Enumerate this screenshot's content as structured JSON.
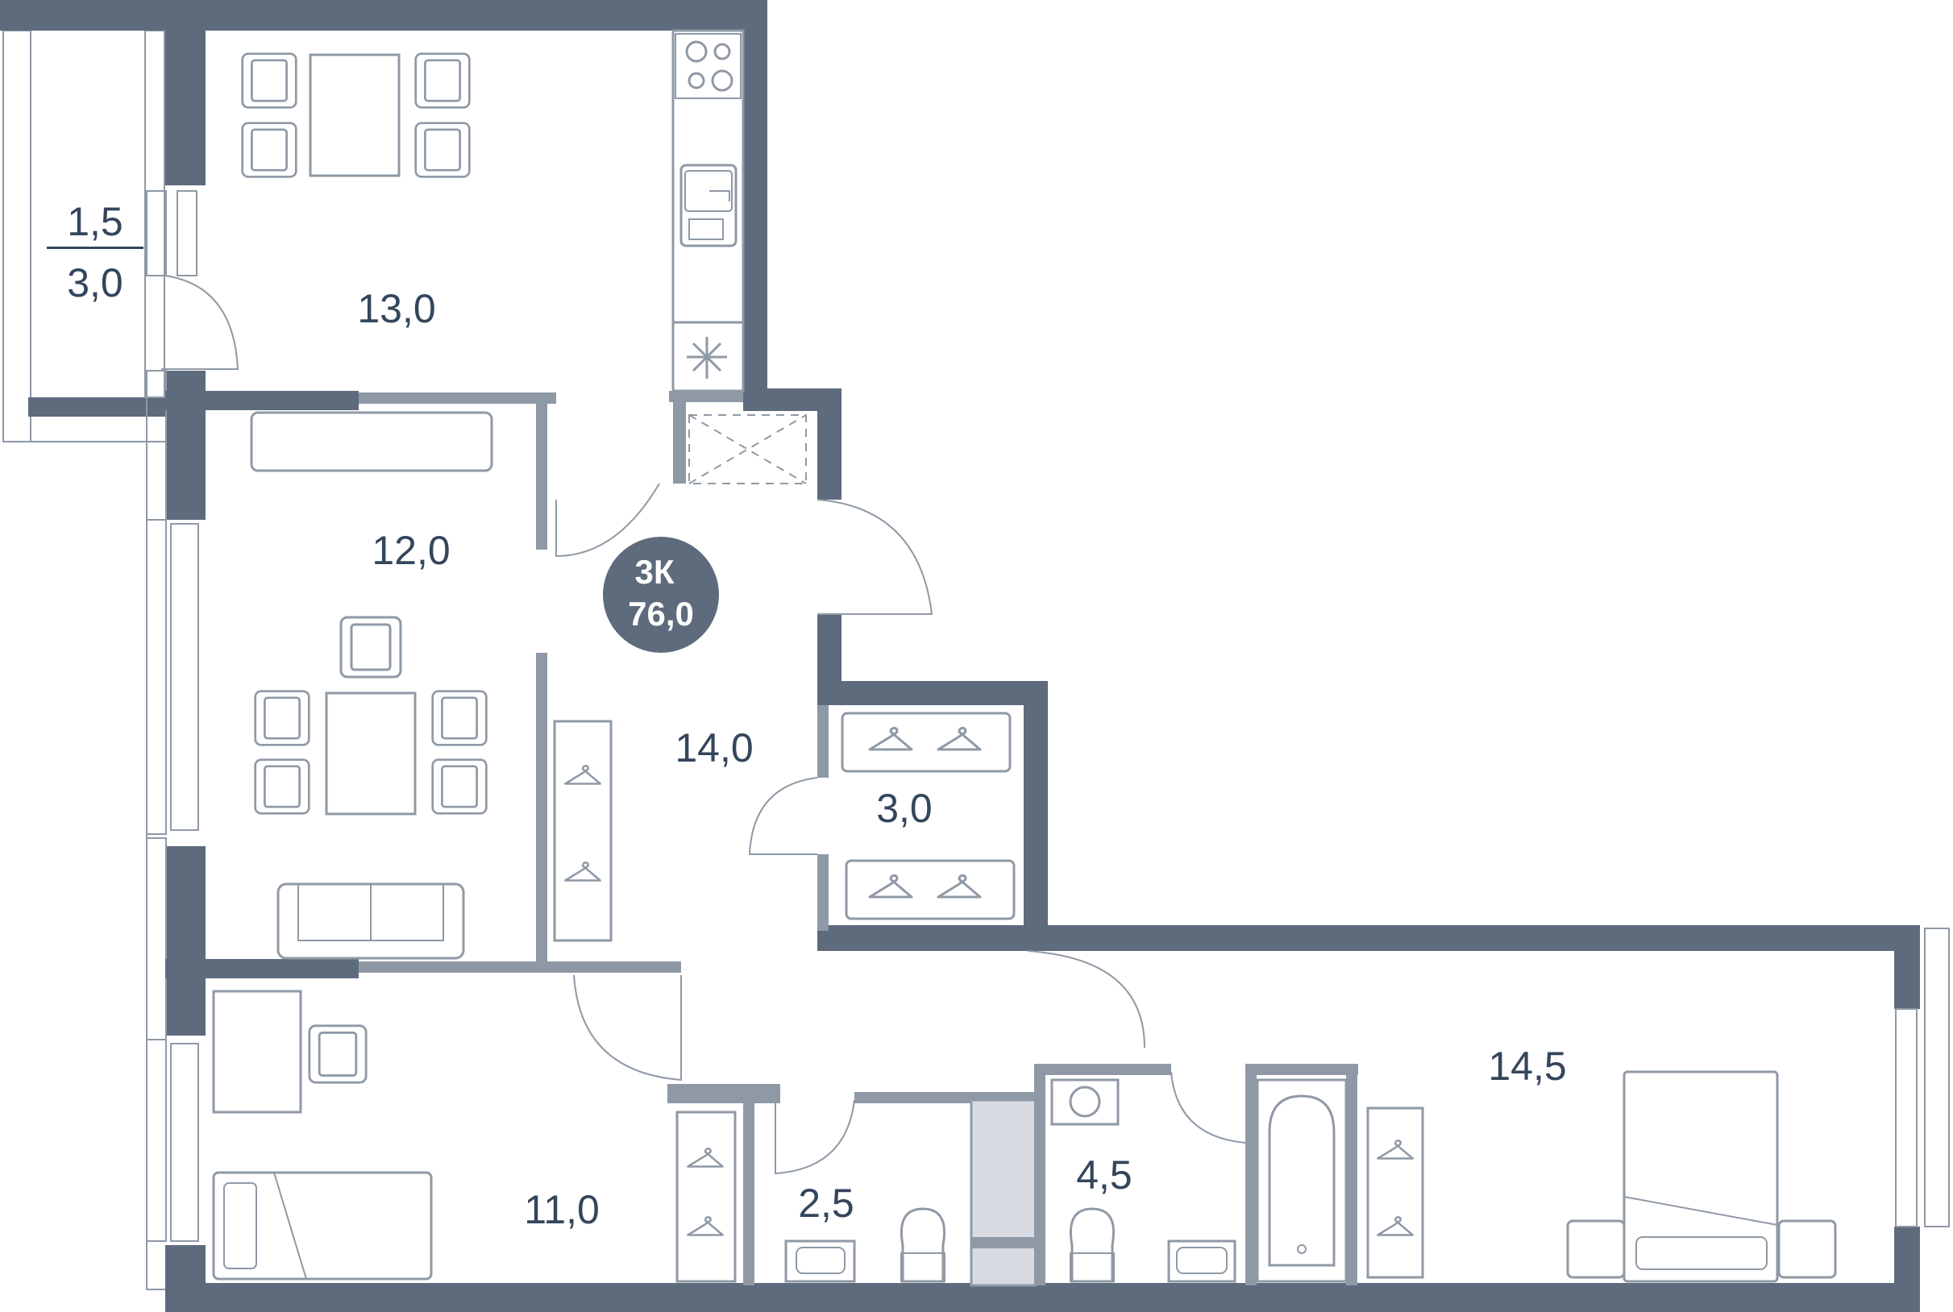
{
  "apartment": {
    "type_label": "3К",
    "total_area": "76,0"
  },
  "rooms": {
    "balcony_area_top": "1,5",
    "balcony_area_bottom": "3,0",
    "kitchen_area": "13,0",
    "living_room_area": "12,0",
    "hallway_area": "14,0",
    "wardrobe_area": "3,0",
    "bedroom_small_area": "11,0",
    "wc_area": "2,5",
    "bathroom_area": "4,5",
    "bedroom_master_area": "14,5"
  },
  "colors": {
    "wall": "#5e6b7d",
    "partition": "#8f99a6",
    "label_text": "#34465c",
    "badge_background": "#5e6b7d",
    "badge_text": "#ffffff"
  },
  "icons": [
    "snowflake-icon",
    "clothes-hanger-icon",
    "stove-icon",
    "sink-icon",
    "toilet-icon",
    "bathtub-icon",
    "washing-machine-icon"
  ]
}
